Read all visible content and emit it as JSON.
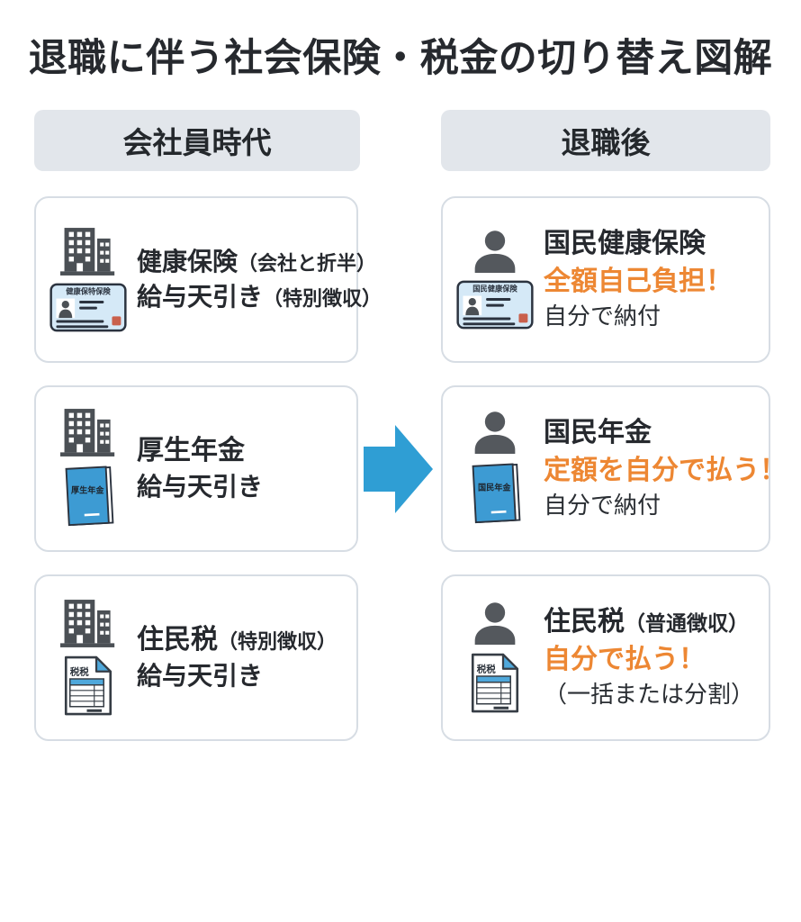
{
  "title": "退職に伴う社会保険・税金の切り替え図解",
  "headers": {
    "left": "会社員時代",
    "right": "退職後"
  },
  "colors": {
    "accent_blue": "#2F9ED4",
    "accent_orange": "#ED8733",
    "icon_gray": "#4B5055",
    "card_border": "#D7DDE4",
    "badge_bg": "#E2E6EB",
    "insurance_card_bg": "#D5E9F7",
    "stamp_red": "#C9604C"
  },
  "icons": {
    "left_insurance_card_label": "健康保特保険",
    "right_insurance_card_label": "国民健康保険",
    "left_book_label": "厚生年金",
    "right_book_label": "国民年金",
    "left_tax_doc_label": "税税",
    "right_tax_doc_label": "税税",
    "building": "building-icon",
    "person": "person-icon",
    "arrow": "right-arrow-icon"
  },
  "cards": {
    "left": [
      {
        "line1_main": "健康保険",
        "line1_sub": "（会社と折半）",
        "line2_main": "給与天引き",
        "line2_sub": "（特別徴収）"
      },
      {
        "line1_main": "厚生年金",
        "line1_sub": "",
        "line2_main": "給与天引き",
        "line2_sub": ""
      },
      {
        "line1_main": "住民税",
        "line1_sub": "（特別徴収）",
        "line2_main": "給与天引き",
        "line2_sub": ""
      }
    ],
    "right": [
      {
        "line1_main": "国民健康保険",
        "line1_sub": "",
        "line2_highlight": "全額自己負担！",
        "line3": "自分で納付"
      },
      {
        "line1_main": "国民年金",
        "line1_sub": "",
        "line2_highlight": "定額を自分で払う！",
        "line3": "自分で納付"
      },
      {
        "line1_main": "住民税",
        "line1_sub": "（普通徴収）",
        "line2_highlight": "自分で払う！",
        "line3": "（一括または分割）"
      }
    ]
  }
}
